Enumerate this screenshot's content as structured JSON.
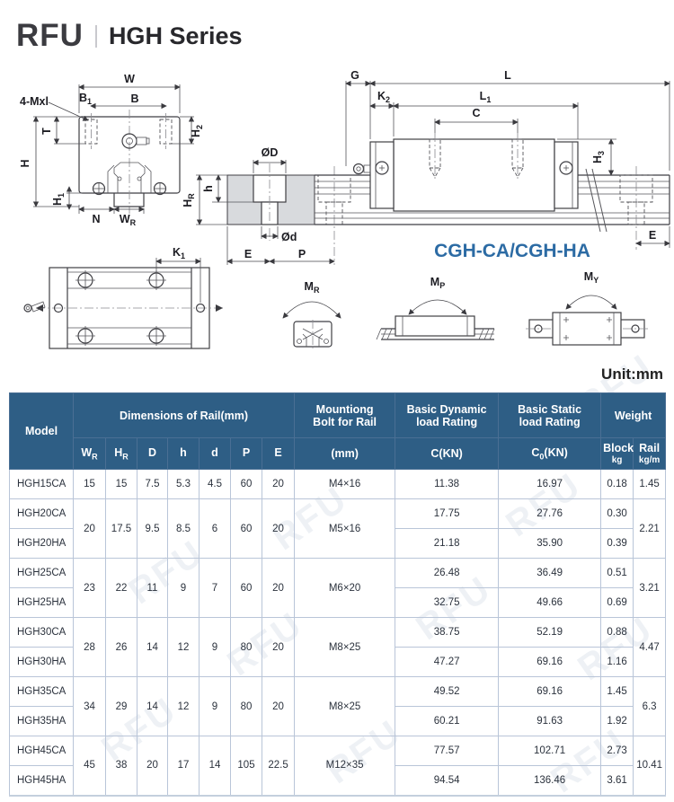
{
  "header": {
    "brand": "RFU",
    "series": "HGH Series"
  },
  "unit_note": "Unit:mm",
  "watermark": "RFU",
  "colors": {
    "header_bg": "#2e5e85",
    "caption_blue": "#2c6ba4",
    "table_border": "#b9c5d8"
  },
  "diagrams": {
    "front_view": {
      "bolt_note": "4-Mxl",
      "dim_w": "W",
      "dim_b": "B",
      "dim_b1": {
        "base": "B",
        "sub": "1"
      },
      "dim_t": "T",
      "dim_h": "H",
      "dim_h1": {
        "base": "H",
        "sub": "1"
      },
      "dim_h2": {
        "base": "H",
        "sub": "2"
      },
      "dim_n": "N",
      "dim_wr": {
        "base": "W",
        "sub": "R"
      }
    },
    "rail_section": {
      "dim_od": "ØD",
      "dim_od_small": "Ød",
      "dim_e": "E",
      "dim_p": "P",
      "dim_h_small": "h",
      "dim_hr": {
        "base": "H",
        "sub": "R"
      }
    },
    "side_view": {
      "dim_g": "G",
      "dim_l": "L",
      "dim_k2": {
        "base": "K",
        "sub": "2"
      },
      "dim_l1": {
        "base": "L",
        "sub": "1"
      },
      "dim_c": "C",
      "dim_h3": {
        "base": "H",
        "sub": "3"
      },
      "dim_e": "E",
      "caption": "CGH-CA/CGH-HA"
    },
    "top_view": {
      "dim_k1": {
        "base": "K",
        "sub": "1"
      }
    },
    "moments": {
      "mr": {
        "base": "M",
        "sub": "R"
      },
      "mp": {
        "base": "M",
        "sub": "P"
      },
      "my": {
        "base": "M",
        "sub": "Y"
      }
    }
  },
  "table": {
    "header": {
      "model": "Model",
      "dims_group": "Dimensions of Rail(mm)",
      "dim_cols": [
        {
          "base": "W",
          "sub": "R"
        },
        {
          "base": "H",
          "sub": "R"
        },
        {
          "base": "D",
          "sub": ""
        },
        {
          "base": "h",
          "sub": ""
        },
        {
          "base": "d",
          "sub": ""
        },
        {
          "base": "P",
          "sub": ""
        },
        {
          "base": "E",
          "sub": ""
        }
      ],
      "bolt_line1": "Mountiong",
      "bolt_line2": "Bolt for Rail",
      "bolt_unit": "(mm)",
      "dyn_line1": "Basic Dynamic",
      "dyn_line2": "load Rating",
      "dyn_unit": "C(KN)",
      "stat_line1": "Basic Static",
      "stat_line2": "load Rating",
      "stat_unit_pre": "C",
      "stat_unit_sub": "0",
      "stat_unit_post": "(KN)",
      "weight": "Weight",
      "block_label": "Block",
      "block_unit": "kg",
      "rail_label": "Rail",
      "rail_unit": "kg/m"
    },
    "groups": [
      {
        "models": [
          "HGH15CA"
        ],
        "dims": [
          "15",
          "15",
          "7.5",
          "5.3",
          "4.5",
          "60",
          "20"
        ],
        "bolt": "M4×16",
        "rows": [
          {
            "c": "11.38",
            "c0": "16.97",
            "block": "0.18"
          }
        ],
        "rail": "1.45"
      },
      {
        "models": [
          "HGH20CA",
          "HGH20HA"
        ],
        "dims": [
          "20",
          "17.5",
          "9.5",
          "8.5",
          "6",
          "60",
          "20"
        ],
        "bolt": "M5×16",
        "rows": [
          {
            "c": "17.75",
            "c0": "27.76",
            "block": "0.30"
          },
          {
            "c": "21.18",
            "c0": "35.90",
            "block": "0.39"
          }
        ],
        "rail": "2.21"
      },
      {
        "models": [
          "HGH25CA",
          "HGH25HA"
        ],
        "dims": [
          "23",
          "22",
          "11",
          "9",
          "7",
          "60",
          "20"
        ],
        "bolt": "M6×20",
        "rows": [
          {
            "c": "26.48",
            "c0": "36.49",
            "block": "0.51"
          },
          {
            "c": "32.75",
            "c0": "49.66",
            "block": "0.69"
          }
        ],
        "rail": "3.21"
      },
      {
        "models": [
          "HGH30CA",
          "HGH30HA"
        ],
        "dims": [
          "28",
          "26",
          "14",
          "12",
          "9",
          "80",
          "20"
        ],
        "bolt": "M8×25",
        "rows": [
          {
            "c": "38.75",
            "c0": "52.19",
            "block": "0.88"
          },
          {
            "c": "47.27",
            "c0": "69.16",
            "block": "1.16"
          }
        ],
        "rail": "4.47"
      },
      {
        "models": [
          "HGH35CA",
          "HGH35HA"
        ],
        "dims": [
          "34",
          "29",
          "14",
          "12",
          "9",
          "80",
          "20"
        ],
        "bolt": "M8×25",
        "rows": [
          {
            "c": "49.52",
            "c0": "69.16",
            "block": "1.45"
          },
          {
            "c": "60.21",
            "c0": "91.63",
            "block": "1.92"
          }
        ],
        "rail": "6.3"
      },
      {
        "models": [
          "HGH45CA",
          "HGH45HA"
        ],
        "dims": [
          "45",
          "38",
          "20",
          "17",
          "14",
          "105",
          "22.5"
        ],
        "bolt": "M12×35",
        "rows": [
          {
            "c": "77.57",
            "c0": "102.71",
            "block": "2.73"
          },
          {
            "c": "94.54",
            "c0": "136.46",
            "block": "3.61"
          }
        ],
        "rail": "10.41"
      }
    ]
  }
}
